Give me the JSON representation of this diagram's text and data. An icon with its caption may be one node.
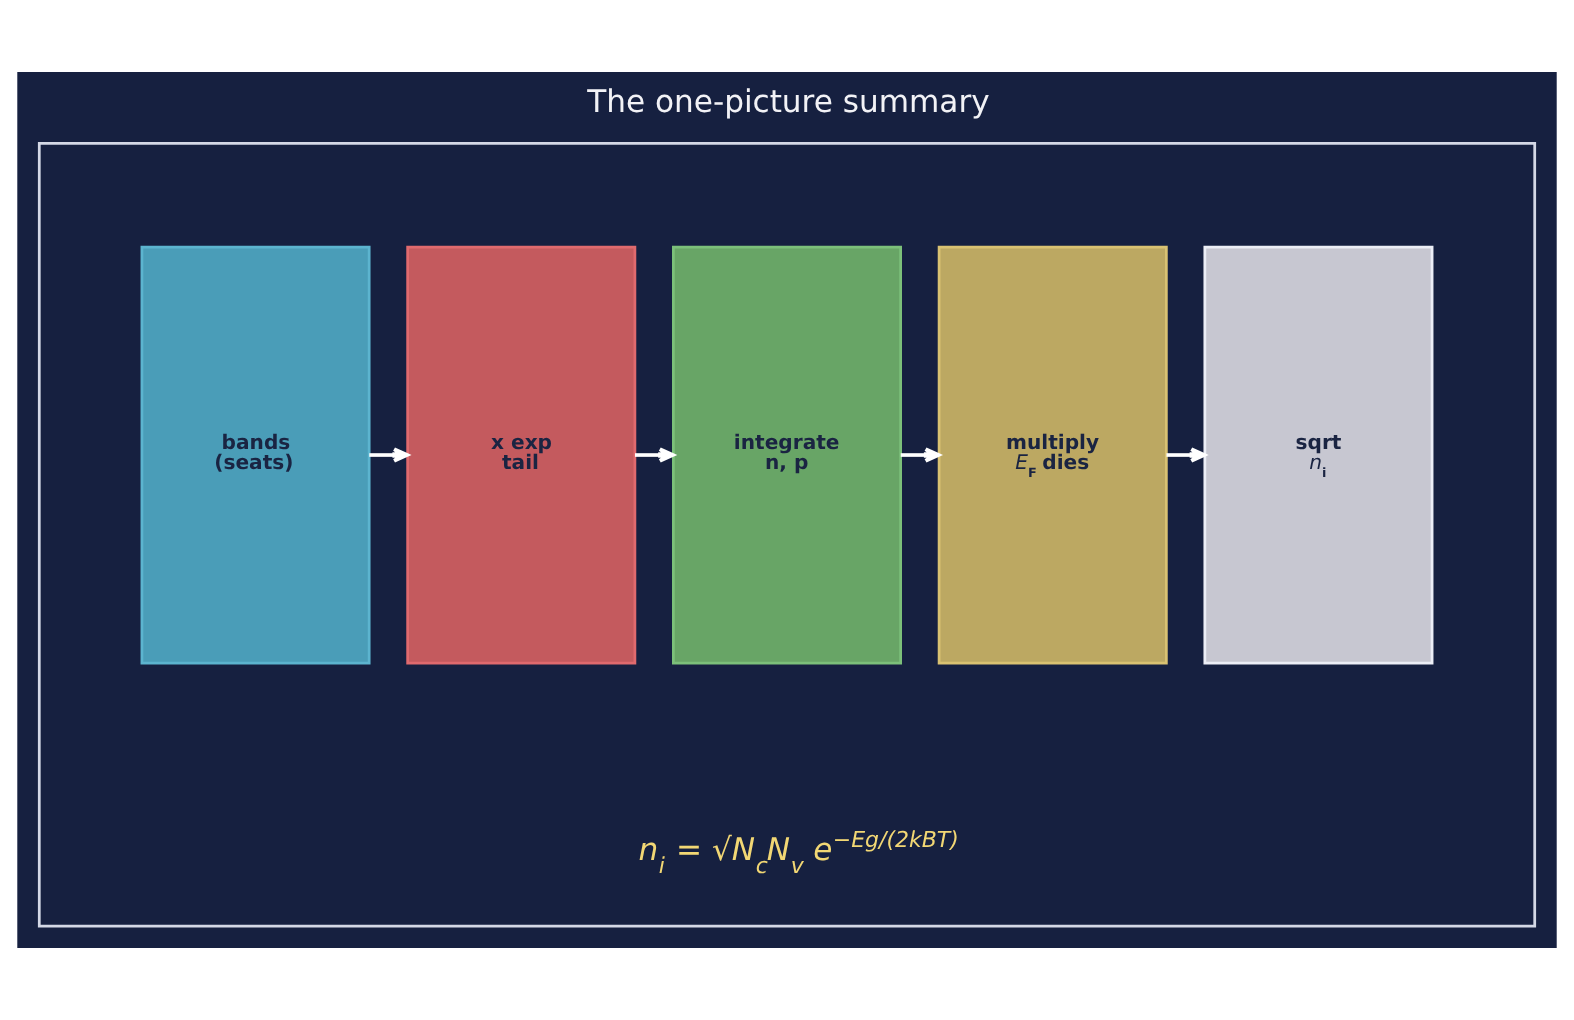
{
  "diagram": {
    "title": "The one-picture summary",
    "nodes": [
      {
        "text": [
          "n$_{i}$ = √N$_{c}$N$_{v}$ e$^{−Eg/(2kBT)}$"
        ]
      },
      {
        "text": [
          "bands (seats)"
        ],
        "in": 0
      },
      {
        "text": [
          "x exp tail"
        ],
        "in": 0
      },
      {
        "text": [
          "integrate n, p"
        ],
        "in": 0
      },
      {
        "text": [
          "multiply *E*$_{F}$ dies"
        ],
        "in": 0
      },
      {
        "text": [
          "sqrt *n*$_{i}$"
        ],
        "in": 0
      }
    ],
    "edges": [
      {
        "from": 1,
        "to": 2,
        "arrow": "to"
      },
      {
        "from": 2,
        "to": 3,
        "arrow": "to"
      },
      {
        "from": 3,
        "to": 4,
        "arrow": "to"
      },
      {
        "from": 4,
        "to": 5,
        "arrow": "to"
      }
    ]
  }
}
